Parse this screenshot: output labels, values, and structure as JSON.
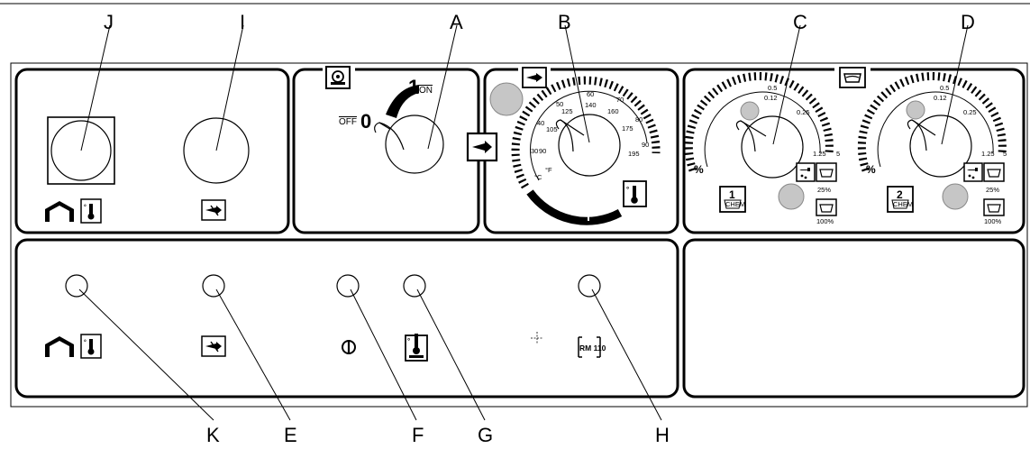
{
  "callouts": {
    "J": "J",
    "I": "I",
    "A": "A",
    "B": "B",
    "C": "C",
    "D": "D",
    "K": "K",
    "E": "E",
    "F": "F",
    "G": "G",
    "H": "H"
  },
  "switch_a": {
    "off_label": "OFF",
    "off_value": "0",
    "on_label": "ON",
    "on_value": "1"
  },
  "gauge_b": {
    "celsius_ticks": [
      "30",
      "40",
      "50",
      "60",
      "70",
      "80",
      "90"
    ],
    "fahrenheit_ticks": [
      "90",
      "105",
      "125",
      "140",
      "160",
      "175",
      "195"
    ],
    "c_unit": "°C",
    "f_unit": "°F"
  },
  "gauge_c": {
    "ticks": [
      "0.5",
      "0.12",
      "0.25",
      "1.25",
      "5"
    ],
    "percent_sign": "%",
    "pct_25": "25%",
    "pct_100": "100%",
    "chem_number": "1",
    "chem_label": "CHEM"
  },
  "gauge_d": {
    "ticks": [
      "0.5",
      "0.12",
      "0.25",
      "1.25",
      "5"
    ],
    "percent_sign": "%",
    "pct_25": "25%",
    "pct_100": "100%",
    "chem_number": "2",
    "chem_label": "CHEM"
  },
  "indicator_h": {
    "label": "RM 110"
  },
  "icons": {
    "home": "house-icon",
    "thermo": "thermometer-icon",
    "arrow": "flow-arrow-icon",
    "power": "power-icon",
    "pump": "pump-thermo-icon",
    "tank": "tank-icon"
  }
}
